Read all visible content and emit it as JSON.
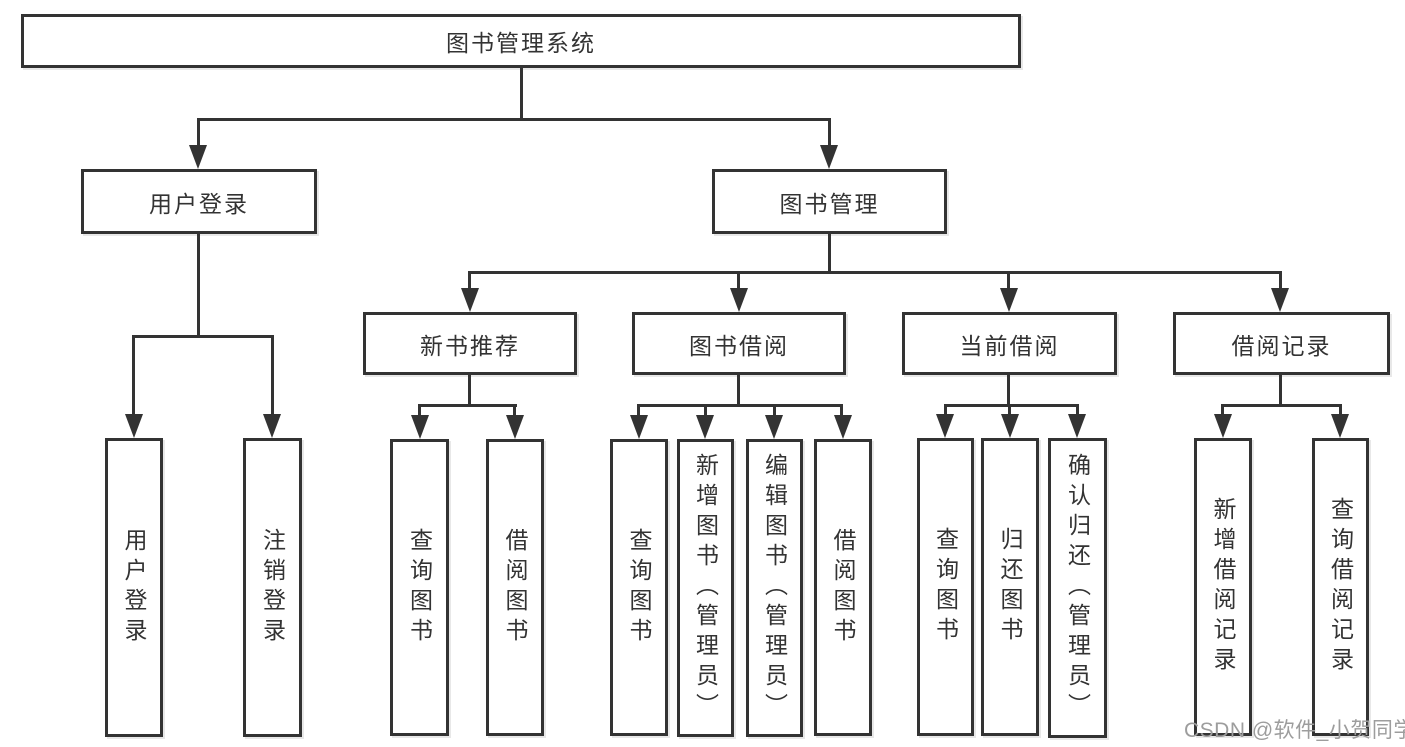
{
  "tree": {
    "root": {
      "label": "图书管理系统"
    },
    "branches": [
      {
        "label": "用户登录",
        "children": [
          {
            "label": "用户登录"
          },
          {
            "label": "注销登录"
          }
        ]
      },
      {
        "label": "图书管理",
        "children": [
          {
            "label": "新书推荐",
            "children": [
              {
                "label": "查询图书"
              },
              {
                "label": "借阅图书"
              }
            ]
          },
          {
            "label": "图书借阅",
            "children": [
              {
                "label": "查询图书"
              },
              {
                "label": "新增图书（管理员）"
              },
              {
                "label": "编辑图书（管理员）"
              },
              {
                "label": "借阅图书"
              }
            ]
          },
          {
            "label": "当前借阅",
            "children": [
              {
                "label": "查询图书"
              },
              {
                "label": "归还图书"
              },
              {
                "label": "确认归还（管理员）"
              }
            ]
          },
          {
            "label": "借阅记录",
            "children": [
              {
                "label": "新增借阅记录"
              },
              {
                "label": "查询借阅记录"
              }
            ]
          }
        ]
      }
    ]
  },
  "watermark": {
    "text": "CSDN @软件_小贺同学"
  },
  "colors": {
    "line": "#333333",
    "node_border": "#333333",
    "text": "#333333",
    "background": "#ffffff",
    "watermark": "#9d9d9d"
  }
}
